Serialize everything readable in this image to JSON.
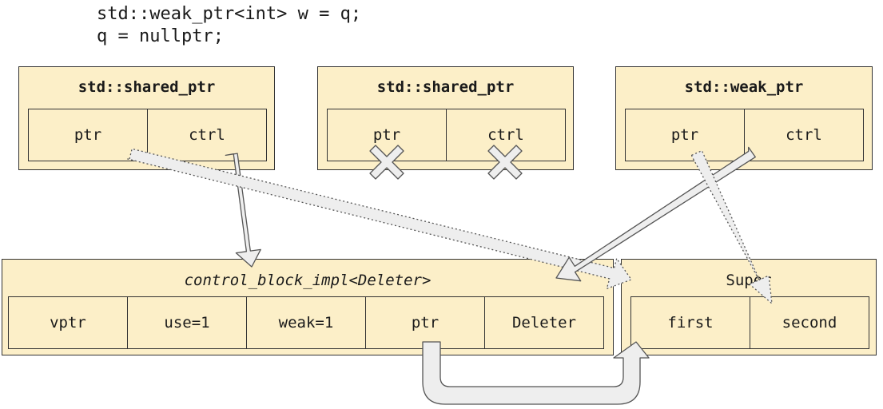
{
  "code": {
    "line1": "std::weak_ptr<int> w = q;",
    "line2": "q = nullptr;"
  },
  "ptr_boxes": [
    {
      "title": "std::shared_ptr",
      "cells": [
        "ptr",
        "ctrl"
      ],
      "state": "live"
    },
    {
      "title": "std::shared_ptr",
      "cells": [
        "ptr",
        "ctrl"
      ],
      "state": "nulled"
    },
    {
      "title": "std::weak_ptr",
      "cells": [
        "ptr",
        "ctrl"
      ],
      "state": "live"
    }
  ],
  "control_block": {
    "title": "control_block_impl<Deleter>",
    "cells": [
      "vptr",
      "use=1",
      "weak=1",
      "ptr",
      "Deleter"
    ]
  },
  "object": {
    "title": "Super",
    "cells": [
      "first",
      "second"
    ]
  },
  "colors": {
    "box_fill": "#fcefc8",
    "border": "#333333",
    "arrow_fill": "#eeeeee",
    "arrow_stroke": "#555555"
  },
  "arrows": [
    {
      "from": "ptr_boxes.0.ctrl",
      "to": "control_block",
      "style": "solid"
    },
    {
      "from": "ptr_boxes.0.ptr",
      "to": "object",
      "style": "dotted"
    },
    {
      "from": "ptr_boxes.2.ctrl",
      "to": "control_block",
      "style": "solid"
    },
    {
      "from": "ptr_boxes.2.ptr",
      "to": "object.second",
      "style": "dotted"
    },
    {
      "from": "control_block.ptr",
      "to": "object.first",
      "style": "solid"
    }
  ]
}
